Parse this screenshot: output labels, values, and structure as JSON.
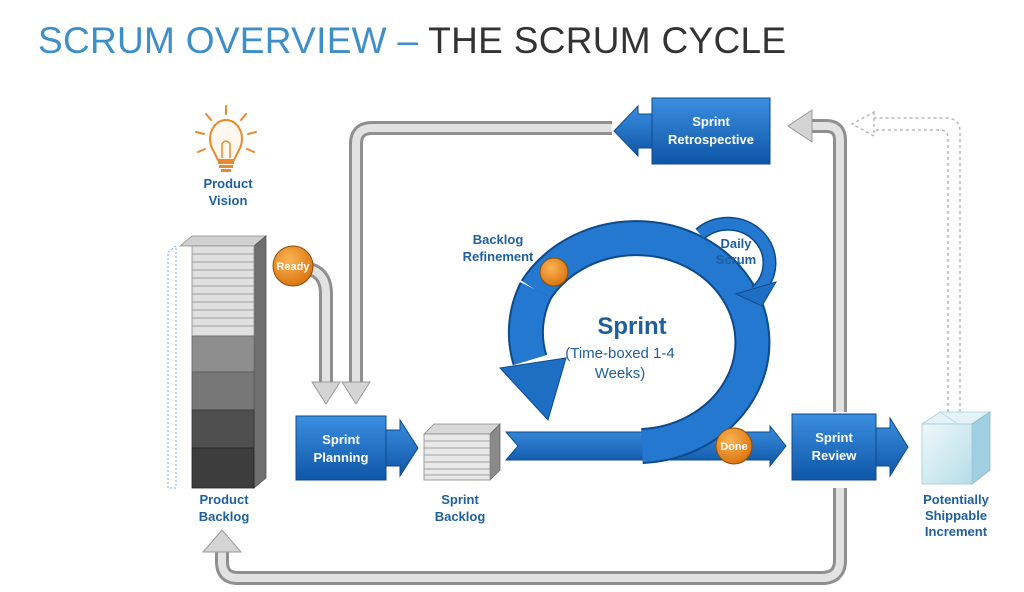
{
  "title": {
    "part1": "SCRUM OVERVIEW – ",
    "part2": "THE SCRUM CYCLE"
  },
  "product_vision": {
    "line1": "Product",
    "line2": "Vision"
  },
  "product_backlog": {
    "line1": "Product",
    "line2": "Backlog"
  },
  "ready": "Ready",
  "sprint_planning": {
    "line1": "Sprint",
    "line2": "Planning"
  },
  "sprint_backlog": {
    "line1": "Sprint",
    "line2": "Backlog"
  },
  "backlog_refinement": {
    "line1": "Backlog",
    "line2": "Refinement"
  },
  "daily_scrum": {
    "line1": "Daily",
    "line2": "Scrum"
  },
  "sprint": {
    "title": "Sprint",
    "line2": "(Time-boxed 1-4",
    "line3": "Weeks)"
  },
  "done": "Done",
  "sprint_review": {
    "line1": "Sprint",
    "line2": "Review"
  },
  "sprint_retrospective": {
    "line1": "Sprint",
    "line2": "Retrospective"
  },
  "increment": {
    "line1": "Potentially",
    "line2": "Shippable",
    "line3": "Increment"
  },
  "colors": {
    "accent_blue": "#1b6dc1",
    "label_blue": "#1f5f9e",
    "orange": "#ee8c1f",
    "title_blue": "#3d8ec9",
    "grey_arrow": "#c4c4c4"
  },
  "icons": [
    "lightbulb-icon",
    "stack-icon",
    "box-icon"
  ]
}
